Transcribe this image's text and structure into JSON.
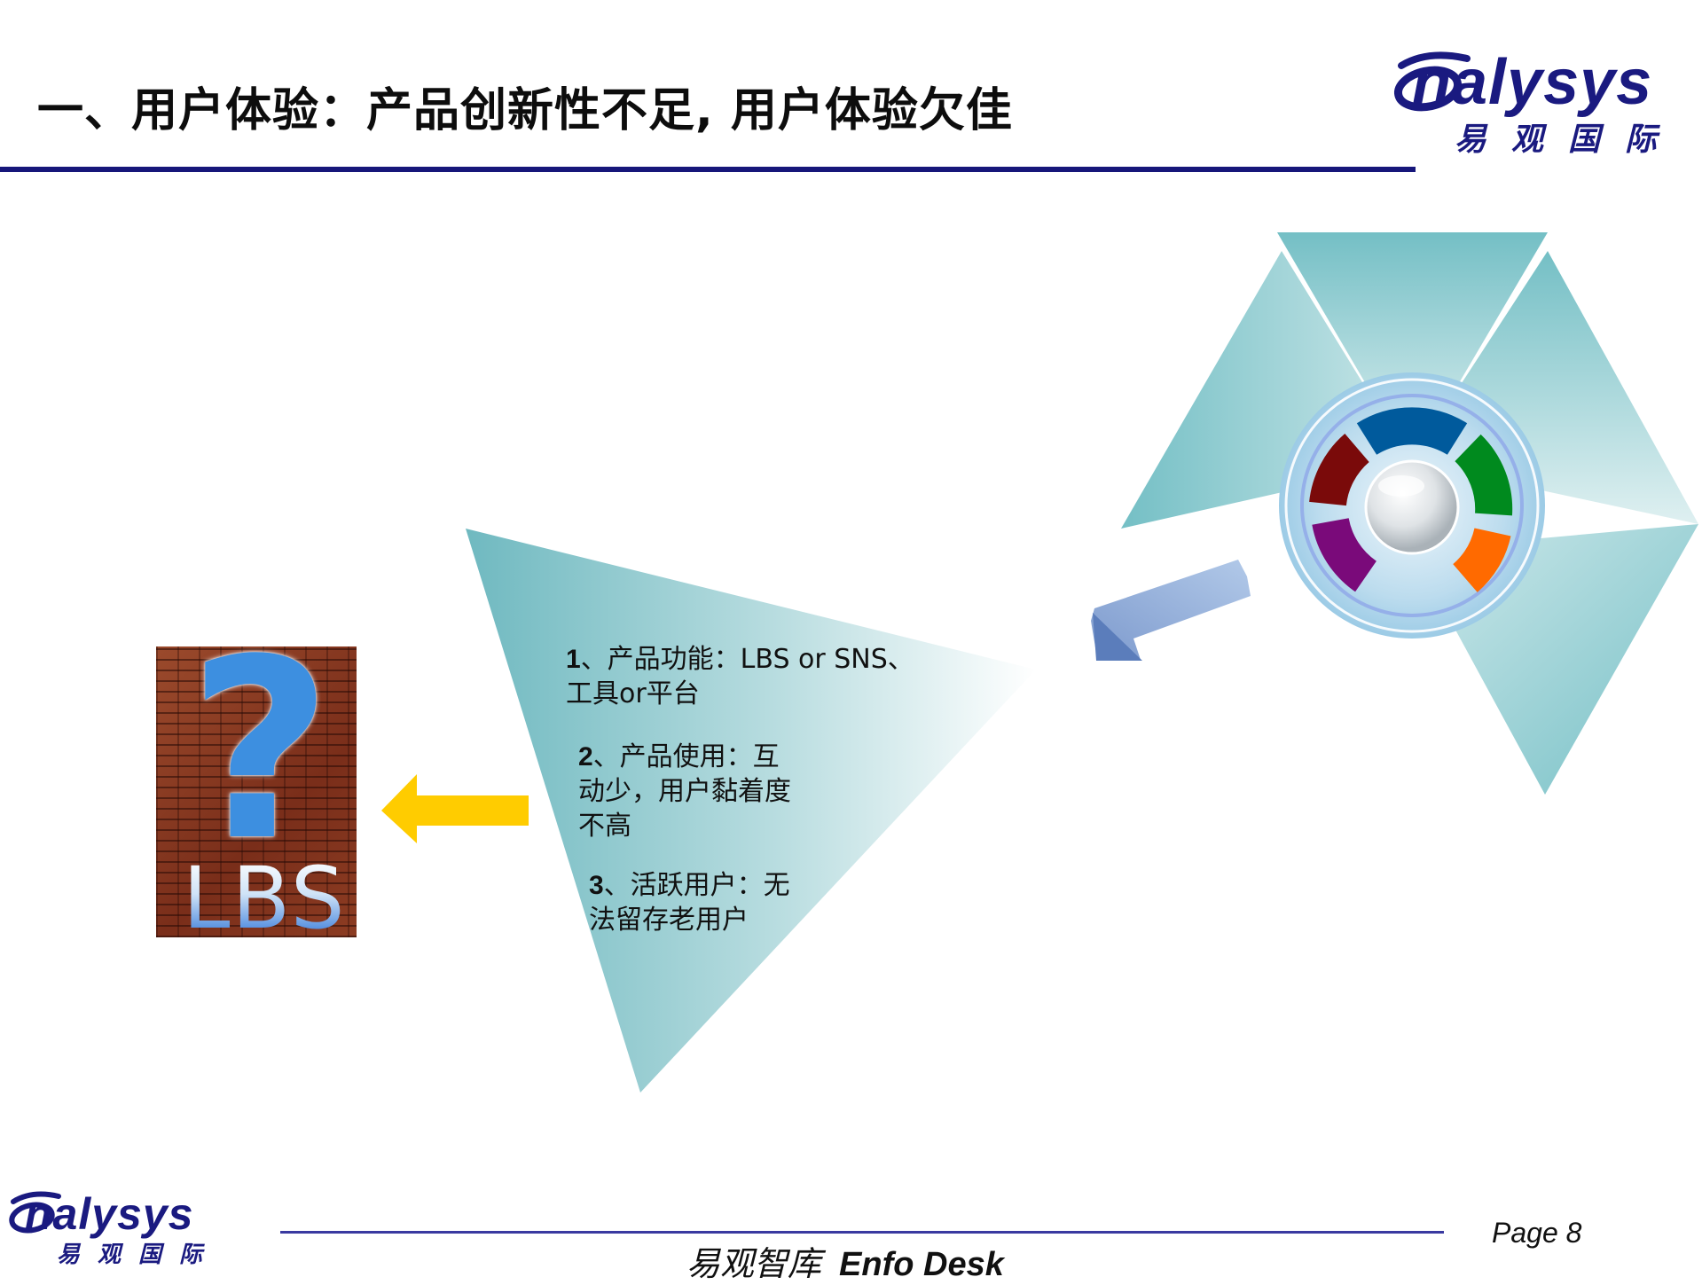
{
  "header": {
    "title": "一、用户体验：产品创新性不足, 用户体验欠佳",
    "logo": {
      "wordmark": "nalysys",
      "cn": "易观国际"
    }
  },
  "image": {
    "label": "LBS",
    "symbol": "?"
  },
  "points": [
    {
      "num": "1",
      "lines": [
        "、产品功能：LBS or SNS、",
        "工具or平台"
      ]
    },
    {
      "num": "2",
      "lines": [
        "、产品使用：互",
        "动少，用户黏着度",
        "不高"
      ]
    },
    {
      "num": "3",
      "lines": [
        "、活跃用户：无",
        "法留存老用户"
      ]
    }
  ],
  "footer": {
    "logo": {
      "wordmark": "nalysys",
      "cn": "易观国际"
    },
    "brand_cn": "易观智库",
    "brand_en": "Enfo Desk",
    "page": "Page 8"
  },
  "colors": {
    "title_rule": "#16167a",
    "teal": "#7cc3c9",
    "yellow_arrow": "#ffcc00",
    "blue_arrow": "#7f9fd4",
    "ring_blue": "#005a9c",
    "ring_green": "#008a1e",
    "ring_orange": "#ff6a00",
    "ring_purple": "#7a0a7a",
    "ring_darkred": "#7a0a0a"
  }
}
